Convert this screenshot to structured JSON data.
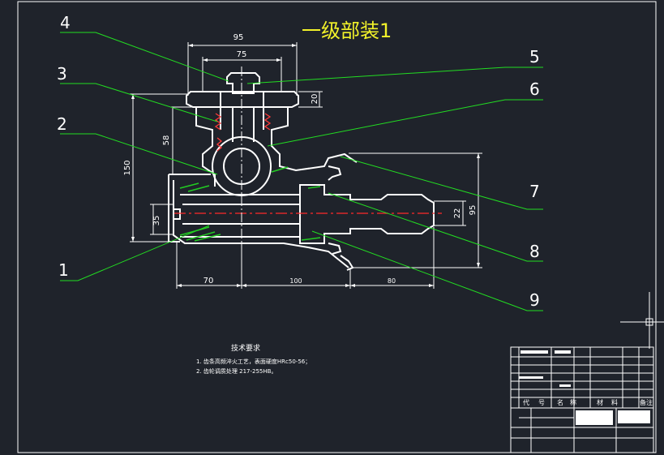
{
  "drawing": {
    "title": "一级部装1",
    "balloons": [
      "1",
      "2",
      "3",
      "4",
      "5",
      "6",
      "7",
      "8",
      "9"
    ],
    "dimensions": {
      "d95_top": "95",
      "d75_top": "75",
      "d20": "20",
      "d58": "58",
      "d150": "150",
      "d35": "35",
      "d22": "22",
      "d95_right": "95",
      "d70": "70",
      "d100": "100",
      "d80": "80"
    },
    "tech_requirements": {
      "heading": "技术要求",
      "line1": "1. 齿条高频淬火工艺，表面硬度HRc50-56；",
      "line2": "2. 齿轮调质处理   217-255HB。"
    },
    "title_block": {
      "header": [
        "代",
        "号",
        "名",
        "称",
        "材",
        "料",
        "备注"
      ]
    },
    "colors": {
      "background": "#1f232b",
      "title": "#f2f22a",
      "leader": "#22dd22",
      "part": "#ffffff",
      "centerline": "#ff2a2a",
      "hatch": "#22cc22"
    }
  }
}
